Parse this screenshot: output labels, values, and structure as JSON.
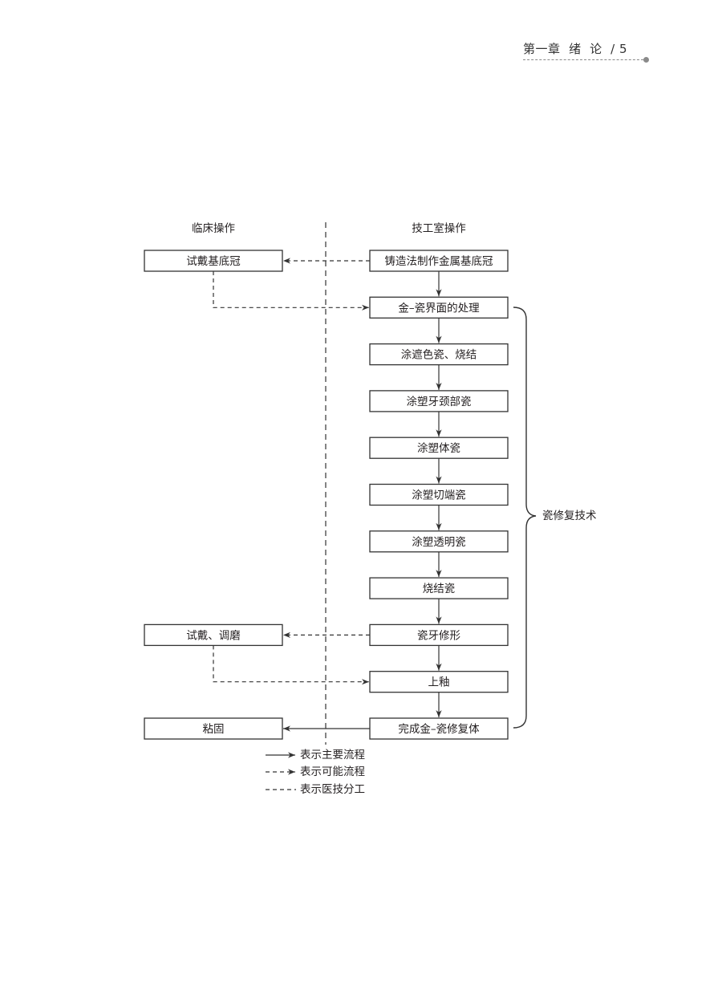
{
  "header": {
    "chapter": "第一章",
    "title": "绪  论",
    "separator": "/",
    "page_number": "5"
  },
  "columns": {
    "clinical": "临床操作",
    "lab": "技工室操作"
  },
  "lab_steps": [
    {
      "id": "cast",
      "label": "铸造法制作金属基底冠"
    },
    {
      "id": "interface",
      "label": "金–瓷界面的处理"
    },
    {
      "id": "opaque",
      "label": "涂遮色瓷、烧结"
    },
    {
      "id": "cervical",
      "label": "涂塑牙颈部瓷"
    },
    {
      "id": "body",
      "label": "涂塑体瓷"
    },
    {
      "id": "incisal",
      "label": "涂塑切端瓷"
    },
    {
      "id": "transparent",
      "label": "涂塑透明瓷"
    },
    {
      "id": "fire",
      "label": "烧结瓷"
    },
    {
      "id": "shape",
      "label": "瓷牙修形"
    },
    {
      "id": "glaze",
      "label": "上釉"
    },
    {
      "id": "complete",
      "label": "完成金–瓷修复体"
    }
  ],
  "clinical_steps": [
    {
      "id": "tryin_coping",
      "label": "试戴基底冠",
      "row": 0
    },
    {
      "id": "tryin_adjust",
      "label": "试戴、调磨",
      "row": 8
    },
    {
      "id": "cement",
      "label": "粘固",
      "row": 10
    }
  ],
  "edges": [
    {
      "from": "cast",
      "to": "tryin_coping",
      "style": "dashed"
    },
    {
      "from": "tryin_coping",
      "to": "interface",
      "style": "dashed"
    },
    {
      "from": "shape",
      "to": "tryin_adjust",
      "style": "dashed"
    },
    {
      "from": "tryin_adjust",
      "to": "glaze",
      "style": "dashed"
    },
    {
      "from": "complete",
      "to": "cement",
      "style": "solid"
    }
  ],
  "brace_label": "瓷修复技术",
  "legend": [
    {
      "type": "solid-arrow",
      "label": "表示主要流程"
    },
    {
      "type": "dashed-arrow",
      "label": "表示可能流程"
    },
    {
      "type": "dashed-line",
      "label": "表示医技分工"
    }
  ]
}
